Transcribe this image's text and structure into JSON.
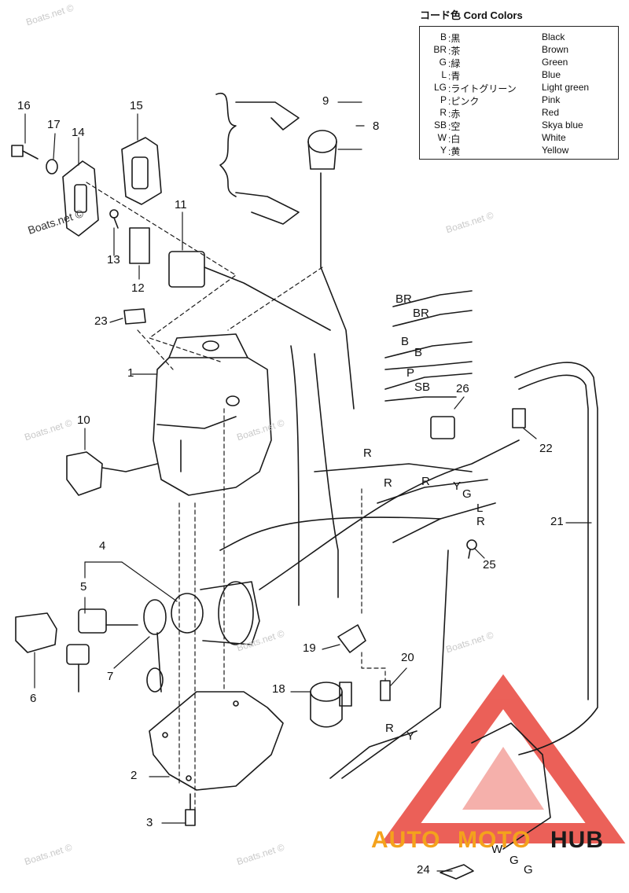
{
  "legend": {
    "title": "コード色 Cord Colors",
    "rows": [
      {
        "code": "B",
        "jp": ":黒",
        "en": "Black"
      },
      {
        "code": "BR",
        "jp": ":茶",
        "en": "Brown"
      },
      {
        "code": "G",
        "jp": ":緑",
        "en": "Green"
      },
      {
        "code": "L",
        "jp": ":青",
        "en": "Blue"
      },
      {
        "code": "LG",
        "jp": ":ライトグリーン",
        "en": "Light green"
      },
      {
        "code": "P",
        "jp": ":ピンク",
        "en": "Pink"
      },
      {
        "code": "R",
        "jp": ":赤",
        "en": "Red"
      },
      {
        "code": "SB",
        "jp": ":空",
        "en": "Skya blue"
      },
      {
        "code": "W",
        "jp": ":白",
        "en": "White"
      },
      {
        "code": "Y",
        "jp": ":黄",
        "en": "Yellow"
      }
    ]
  },
  "callouts": [
    "1",
    "2",
    "3",
    "4",
    "5",
    "6",
    "7",
    "8",
    "9",
    "10",
    "11",
    "12",
    "13",
    "14",
    "15",
    "16",
    "17",
    "18",
    "19",
    "20",
    "21",
    "22",
    "23",
    "24",
    "25",
    "26"
  ],
  "wire_labels": [
    "BR",
    "BR",
    "B",
    "B",
    "P",
    "SB",
    "R",
    "R",
    "R",
    "Y",
    "G",
    "L",
    "R",
    "R",
    "Y",
    "W",
    "G",
    "G"
  ],
  "watermark": "Boats.net ©",
  "logo": {
    "part1": "AUTO",
    "part2": "MOTO",
    "part3": "HUB",
    "accent": "#e8453c",
    "orange": "#f4a21c",
    "dark": "#1a1a1a"
  },
  "colors": {
    "line": "#1a1a1a",
    "background": "#ffffff"
  }
}
